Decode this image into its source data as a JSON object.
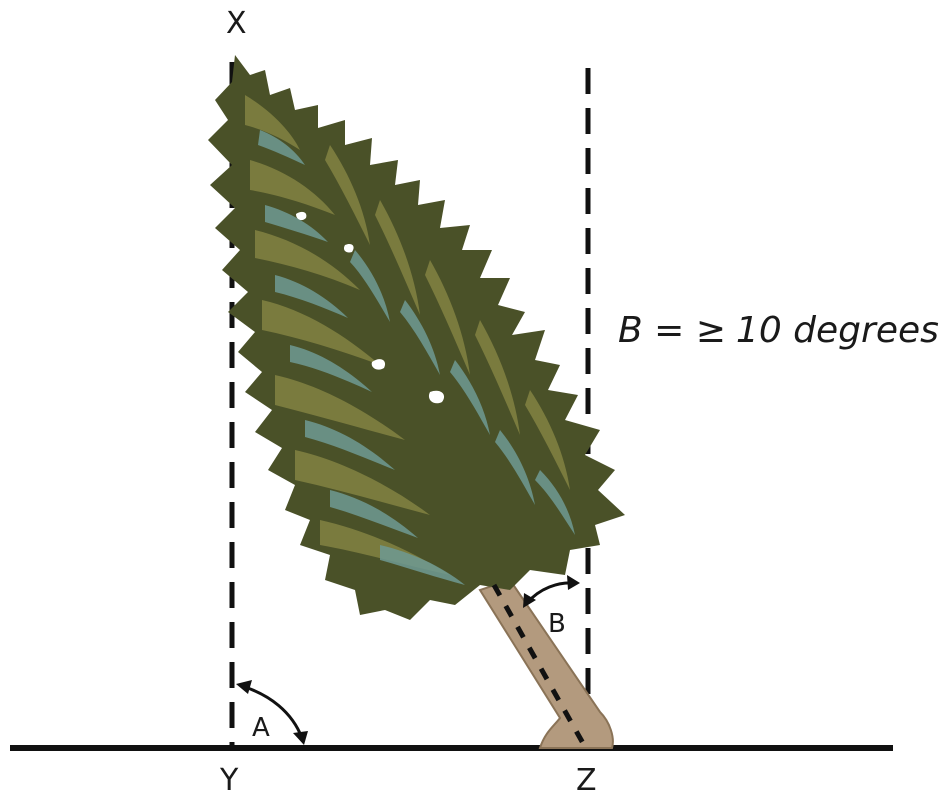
{
  "labels": {
    "top_point": "X",
    "base_left": "Y",
    "base_right": "Z",
    "angle_a": "A",
    "angle_b": "B"
  },
  "annotation": {
    "prefix": "B = ",
    "symbol": "≥",
    "value": "10 degrees"
  },
  "colors": {
    "line": "#111111",
    "foliage_dark": "#4a5128",
    "foliage_mid": "#7f8040",
    "foliage_highlight": "#6f9a93",
    "trunk": "#b39a7e",
    "trunk_edge": "#8a7357"
  }
}
